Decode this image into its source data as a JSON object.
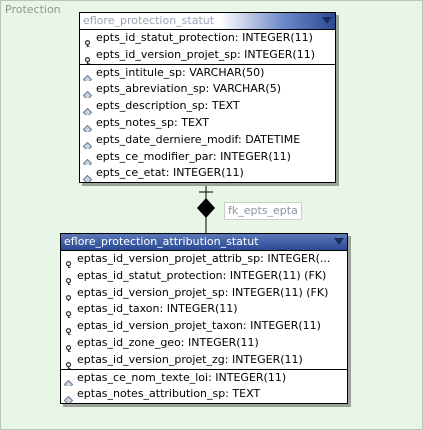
{
  "package": {
    "label": "Protection"
  },
  "relation": {
    "label": "fk_epts_epta"
  },
  "tables": {
    "statut": {
      "name": "eflore_protection_statut",
      "pk_columns": [
        "epts_id_statut_protection: INTEGER(11)",
        "epts_id_version_projet_sp: INTEGER(11)"
      ],
      "columns": [
        "epts_intitule_sp: VARCHAR(50)",
        "epts_abreviation_sp: VARCHAR(5)",
        "epts_description_sp: TEXT",
        "epts_notes_sp: TEXT",
        "epts_date_derniere_modif: DATETIME",
        "epts_ce_modifier_par: INTEGER(11)",
        "epts_ce_etat: INTEGER(11)"
      ]
    },
    "attribution": {
      "name": "eflore_protection_attribution_statut",
      "pk_columns": [
        "eptas_id_version_projet_attrib_sp: INTEGER(...",
        "eptas_id_statut_protection: INTEGER(11) (FK)",
        "eptas_id_version_projet_sp: INTEGER(11) (FK)",
        "eptas_id_taxon: INTEGER(11)",
        "eptas_id_version_projet_taxon: INTEGER(11)",
        "eptas_id_zone_geo: INTEGER(11)",
        "eptas_id_version_projet_zg: INTEGER(11)"
      ],
      "columns": [
        "eptas_ce_nom_texte_loi: INTEGER(11)",
        "eptas_notes_attribution_sp: TEXT"
      ]
    }
  },
  "icons": {
    "key": "key-icon",
    "column": "column-diamond-icon"
  },
  "colors": {
    "package_bg": "#e8f6e8",
    "header_dark": "#2a4a94",
    "header_light": "#5a78b8"
  }
}
